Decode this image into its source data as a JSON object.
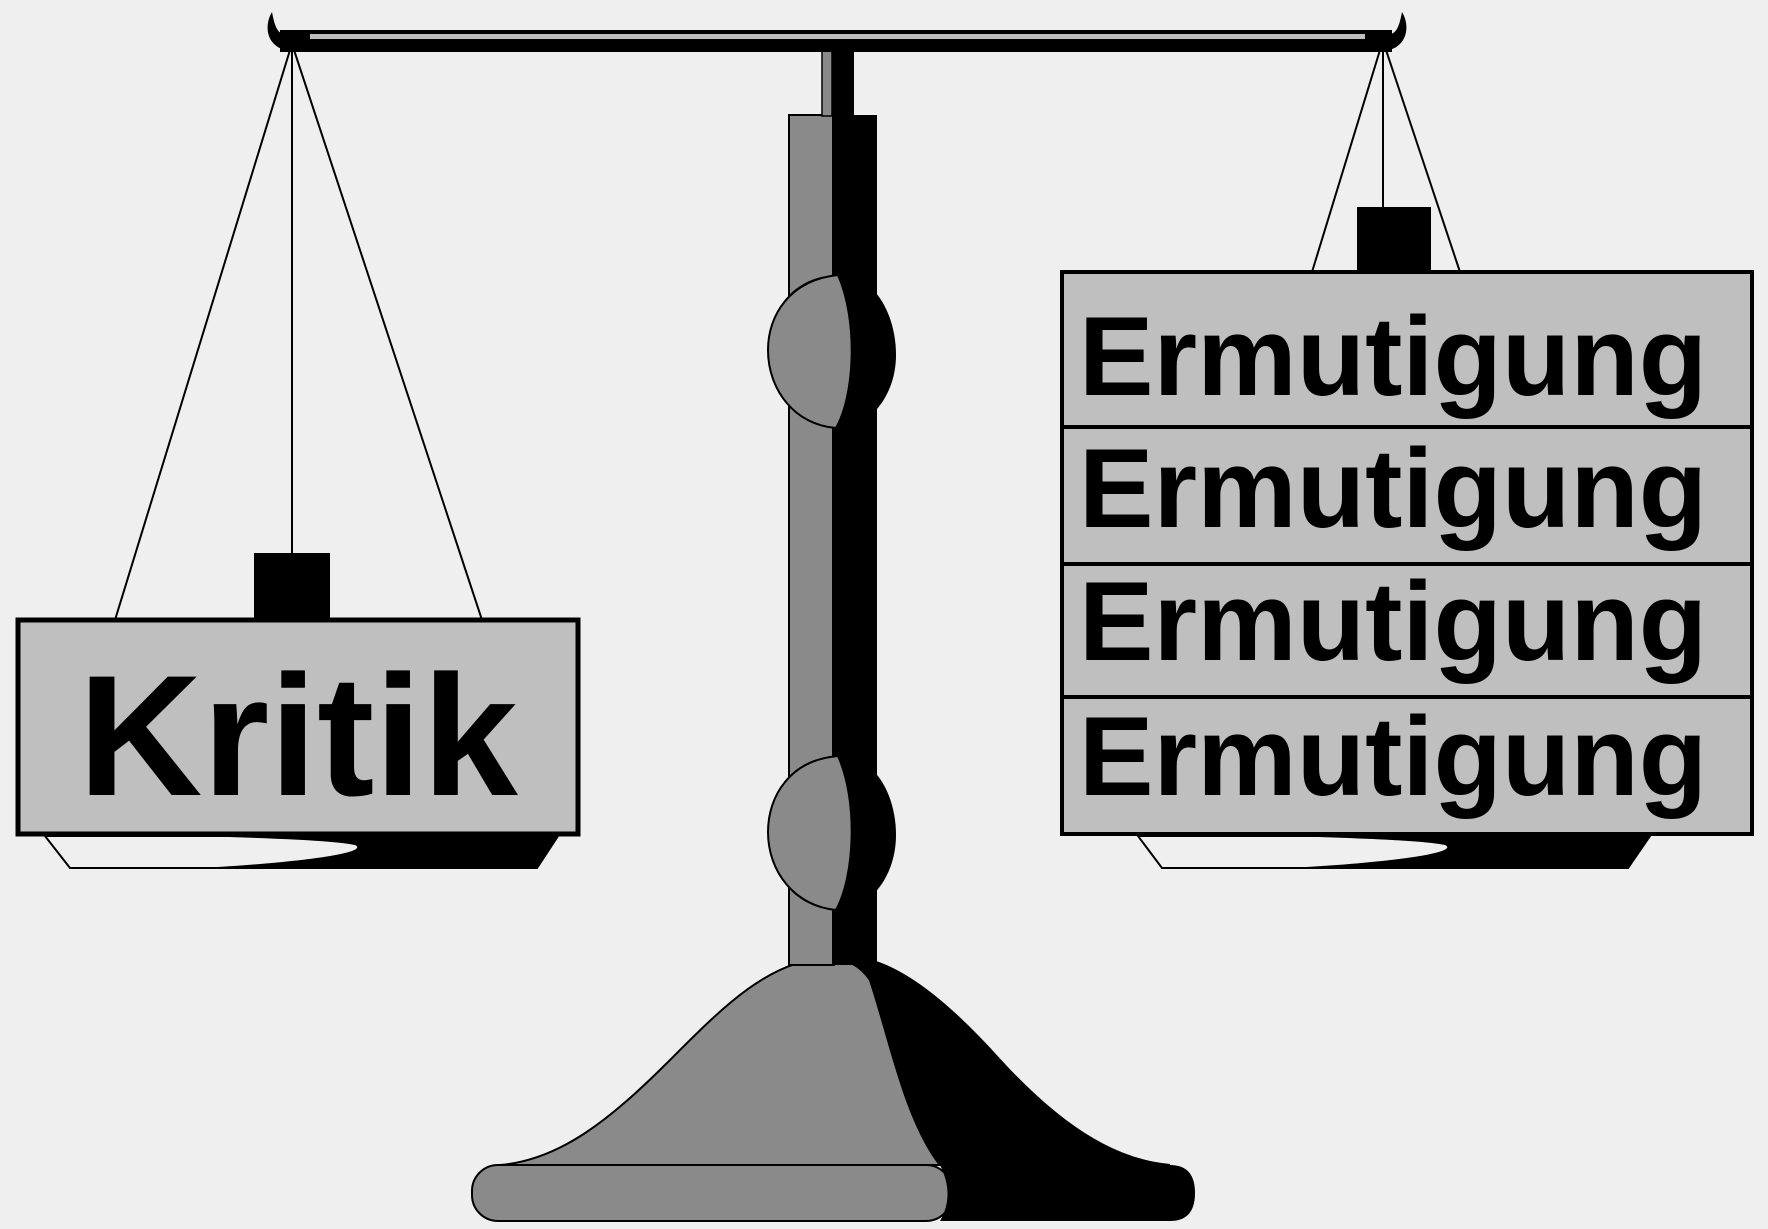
{
  "colors": {
    "background": "#efefef",
    "box_fill": "#bfbfbf",
    "stand_light": "#8a8a8a",
    "stand_dark": "#000000",
    "line": "#000000"
  },
  "left_pan": {
    "label": "Kritik"
  },
  "right_pan": {
    "labels": [
      "Ermutigung",
      "Ermutigung",
      "Ermutigung",
      "Ermutigung"
    ]
  }
}
